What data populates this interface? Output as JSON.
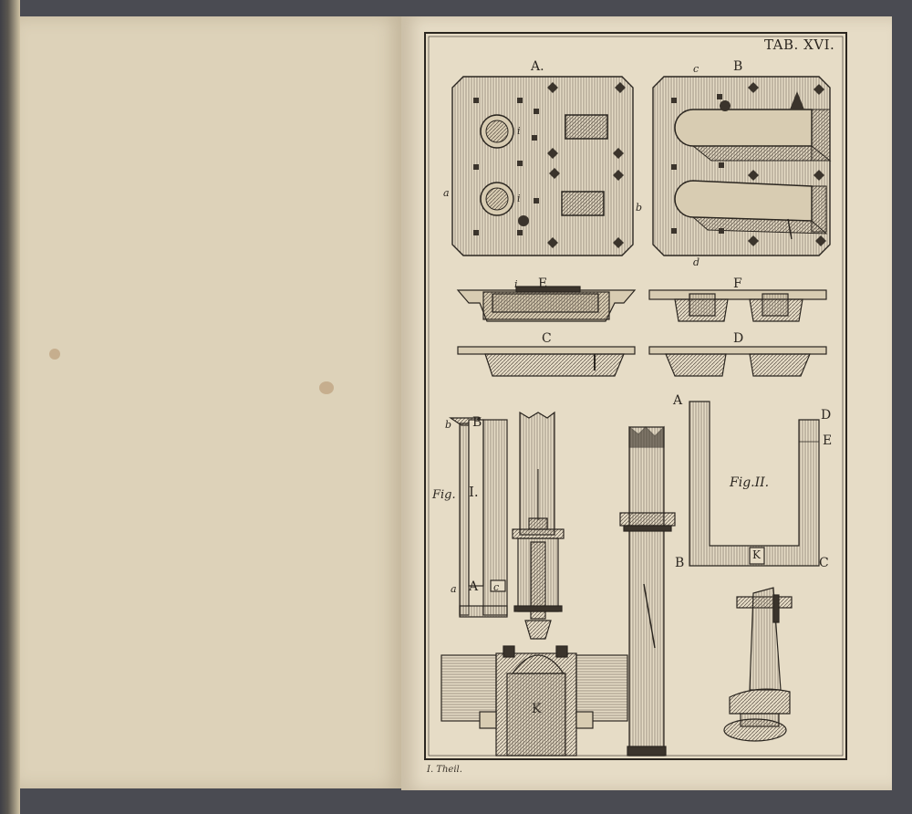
{
  "plate": {
    "title": "TAB. XVI.",
    "signature": "I. Theil."
  },
  "labels": {
    "A": "A.",
    "B": "B",
    "c_top": "c",
    "d_bottom": "d",
    "a_side": "a",
    "b_side": "b",
    "i1": "i",
    "i2": "i",
    "E": "E",
    "i3": "i",
    "F": "F",
    "C": "C",
    "D": "D",
    "fig1": "Fig.",
    "fig1_num": "I.",
    "fig1_B": "B",
    "fig1_b": "b",
    "fig1_A": "A",
    "fig1_a": "a",
    "fig1_c": "c",
    "fig2": "Fig.II.",
    "fig2_A": "A",
    "fig2_D": "D",
    "fig2_E": "E",
    "fig2_B": "B",
    "fig2_C": "C",
    "fig2_K": "K",
    "furnace_K": "K"
  }
}
